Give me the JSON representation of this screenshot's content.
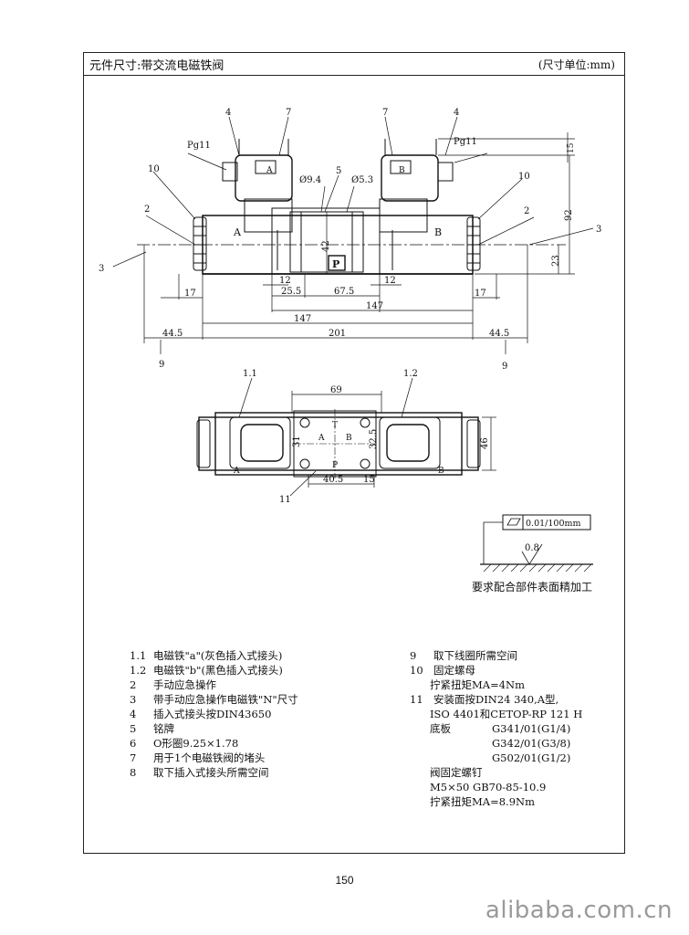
{
  "header": {
    "title": "元件尺寸:带交流电磁铁阀",
    "unit": "(尺寸单位:mm)"
  },
  "drawing_labels": {
    "n4": "4",
    "n7": "7",
    "pg11": "Pg11",
    "n10": "10",
    "n2": "2",
    "n3": "3",
    "n5": "5",
    "dia94": "Ø9.4",
    "dia53": "Ø5.3",
    "solA": "A",
    "solB": "B",
    "portA": "A",
    "portB": "B",
    "portP": "P",
    "portT": "T",
    "plateP": "P",
    "d15": "15",
    "d92": "92",
    "d23": "23",
    "d42": "42",
    "d12": "12",
    "d255": "25.5",
    "d675": "67.5",
    "d147": "147",
    "d17": "17",
    "d445": "44.5",
    "d201": "201",
    "n9": "9",
    "n11a": "1.1",
    "n12a": "1.2",
    "d69": "69",
    "d31": "31",
    "d325": "32.5",
    "d46": "46",
    "d405": "40.5",
    "n11": "11",
    "flatness": "0.01/100mm",
    "roughness": "0.8"
  },
  "surface_note": "要求配合部件表面精加工",
  "legend_left": [
    {
      "num": "1.1",
      "text": "电磁铁\"a\"(灰色插入式接头)"
    },
    {
      "num": "1.2",
      "text": "电磁铁\"b\"(黑色插入式接头)"
    },
    {
      "num": "2",
      "text": "手动应急操作"
    },
    {
      "num": "3",
      "text": "带手动应急操作电磁铁\"N\"尺寸"
    },
    {
      "num": "4",
      "text": "插入式接头按DIN43650"
    },
    {
      "num": "5",
      "text": "铭牌"
    },
    {
      "num": "6",
      "text": "O形圈9.25×1.78"
    },
    {
      "num": "7",
      "text": "用于1个电磁铁阀的堵头"
    },
    {
      "num": "8",
      "text": "取下插入式接头所需空间"
    }
  ],
  "legend_right": {
    "item9": {
      "num": "9",
      "text": "取下线圈所需空间"
    },
    "item10": {
      "num": "10",
      "text": "固定螺母"
    },
    "item10_torque": "拧紧扭矩MA=4Nm",
    "item11": {
      "num": "11",
      "text": "安装面按DIN24 340,A型,"
    },
    "item11_iso": "ISO 4401和CETOP-RP 121 H",
    "plate_label": "底板",
    "plates": [
      "G341/01(G1/4)",
      "G342/01(G3/8)",
      "G502/01(G1/2)"
    ],
    "screw_label": "阀固定螺钉",
    "screw_spec": "M5×50 GB70-85-10.9",
    "screw_torque": "拧紧扭矩MA=8.9Nm"
  },
  "page_number": "150",
  "watermark": "alibaba.com.cn"
}
